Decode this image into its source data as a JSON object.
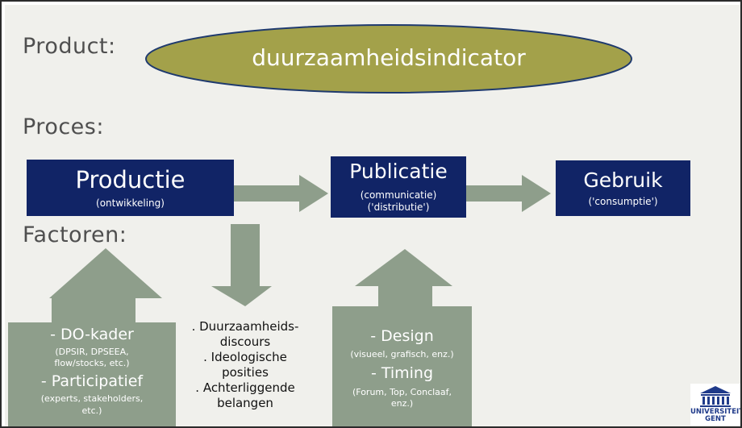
{
  "labels": {
    "product": "Product:",
    "proces": "Proces:",
    "factoren": "Factoren:"
  },
  "product_ellipse": "duurzaamheidsindicator",
  "process_boxes": [
    {
      "title": "Productie",
      "sub_lines": [
        "(ontwikkeling)"
      ]
    },
    {
      "title": "Publicatie",
      "sub_lines": [
        "(communicatie)",
        "('distributie')"
      ]
    },
    {
      "title": "Gebruik",
      "sub_lines": [
        "('consumptie')"
      ]
    }
  ],
  "factors": {
    "productie_up": {
      "item1": "- DO-kader",
      "item1_sub": [
        "(DPSIR, DPSEEA,",
        "flow/stocks, etc.)"
      ],
      "item2": "- Participatief",
      "item2_sub": [
        "(experts, stakeholders,",
        "etc.)"
      ]
    },
    "productie_down": [
      ". Duurzaamheids-",
      "discours",
      ". Ideologische",
      "posities",
      ". Achterliggende",
      "belangen"
    ],
    "publicatie_up": {
      "item1": "- Design",
      "item1_sub": "(visueel, grafisch, enz.)",
      "item2": "- Timing",
      "item2_sub": [
        "(Forum, Top, Conclaaf,",
        "enz.)"
      ]
    }
  },
  "logo": {
    "line1": "UNIVERSITEIT",
    "line2": "GENT"
  },
  "colors": {
    "box_fill": "#112466",
    "arrow_fill": "#8e9e8b",
    "ellipse_fill": "#a3a14a",
    "ellipse_stroke": "#1f3a6e",
    "heading_text": "#4f4f4f",
    "slide_bg": "#f0f0ec"
  }
}
